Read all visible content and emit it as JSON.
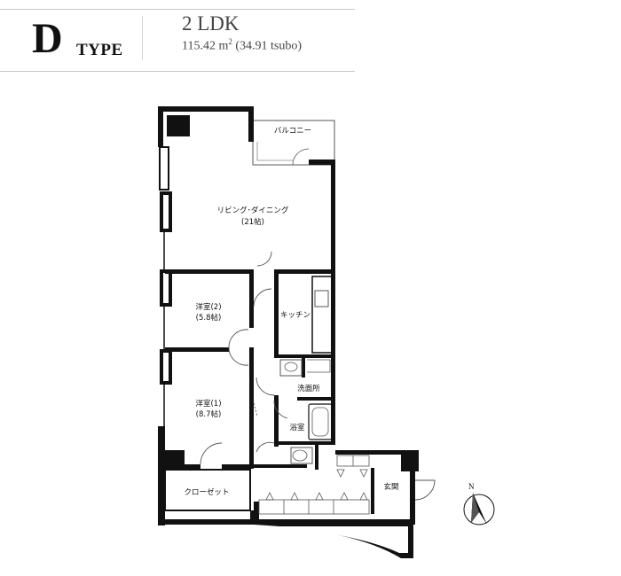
{
  "header": {
    "type_letter": "D",
    "type_word": "TYPE",
    "plan_name": "2 LDK",
    "area_m2": "115.42 m",
    "area_unit_sup": "2",
    "area_tsubo": " (34.91 tsubo)"
  },
  "rooms": {
    "balcony": "バルコニー",
    "living_dining": "リビング･ダイニング",
    "living_dining_size": "(21帖)",
    "western_room_2": "洋室(2)",
    "western_room_2_size": "(5.8帖)",
    "kitchen": "キッチン",
    "washroom": "洗面所",
    "western_room_1": "洋室(1)",
    "western_room_1_size": "(8.7帖)",
    "bathroom": "浴室",
    "closet": "クローゼット",
    "entrance": "玄関"
  },
  "compass": {
    "north_label": "N"
  }
}
